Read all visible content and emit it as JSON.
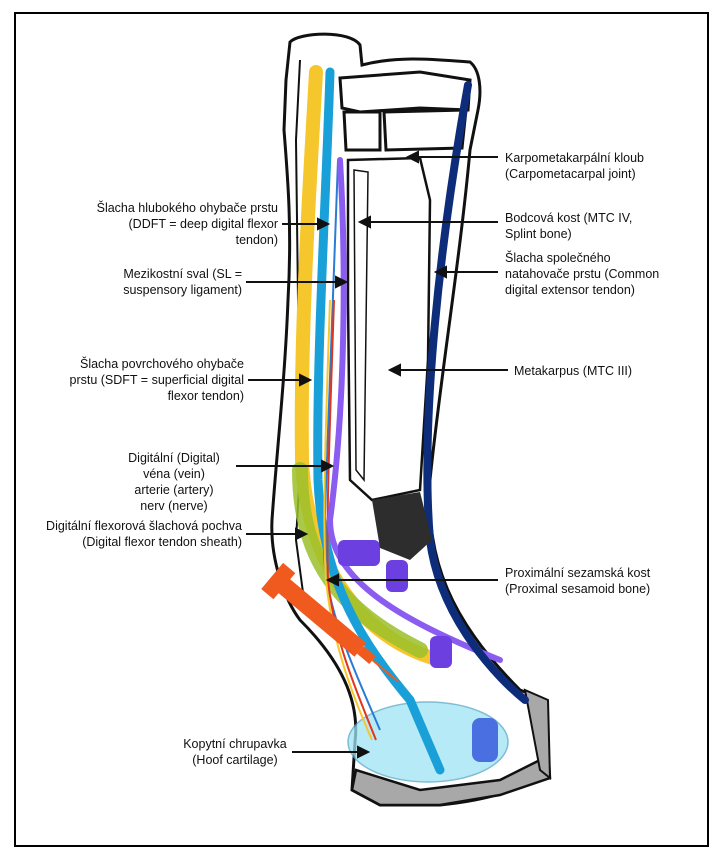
{
  "labels": {
    "cmc": "Karpometakarpální kloub\n(Carpometacarpal joint)",
    "ddft": "Šlacha hlubokého ohybače prstu\n(DDFT = deep digital flexor\ntendon)",
    "splint": "Bodcová kost (MTC IV,\nSplint bone)",
    "sl": "Mezikostní sval (SL =\nsuspensory ligament)",
    "cdet": "Šlacha společného\nnatahovače prstu (Common\ndigital extensor tendon)",
    "sdft": "Šlacha povrchového ohybače\nprstu (SDFT = superficial digital\nflexor tendon)",
    "mtc3": "Metakarpus (MTC III)",
    "digital": "Digitální (Digital)\nvéna (vein)\narterie (artery)\nnerv (nerve)",
    "sheath": "Digitální flexorová šlachová pochva\n(Digital flexor tendon sheath)",
    "sesamoid": "Proximální sezamská kost\n(Proximal sesamoid bone)",
    "cartilage": "Kopytní chrupavka\n(Hoof cartilage)"
  },
  "colors": {
    "ddft": "#1aa0d8",
    "sdft": "#f6c62d",
    "sl": "#8a5cf0",
    "cdet": "#0d2c7a",
    "cartilage": "#9fe3f5",
    "hoof": "#a8a8a8",
    "syringe": "#f05a1e",
    "sesamoid": "#6b3fe0",
    "sheath": "#9bbf2a"
  }
}
